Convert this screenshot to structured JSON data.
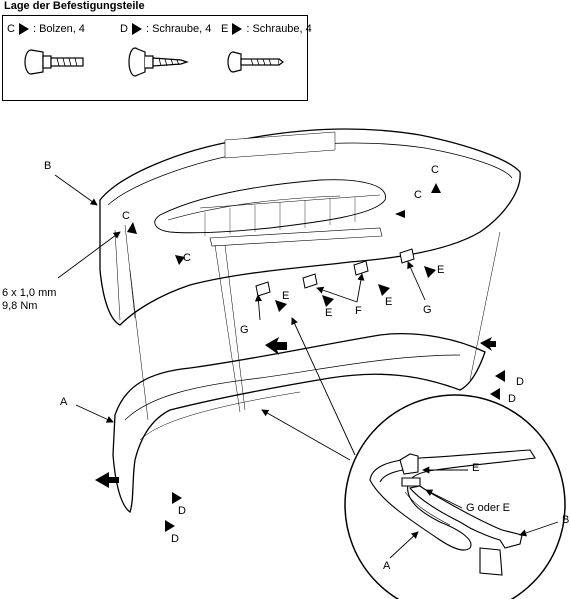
{
  "legend": {
    "title": "Lage der Befestigungsteile",
    "items": [
      {
        "letter": "C",
        "text": ": Bolzen, 4"
      },
      {
        "letter": "D",
        "text": ": Schraube, 4"
      },
      {
        "letter": "E",
        "text": ": Schraube, 4"
      }
    ]
  },
  "labels": {
    "a": "A",
    "b": "B",
    "c": "C",
    "d": "D",
    "e": "E",
    "f": "F",
    "g": "G",
    "torque_line1": "6 x 1,0 mm",
    "torque_line2": "9,8 Nm",
    "g_oder_e": "G oder E"
  }
}
